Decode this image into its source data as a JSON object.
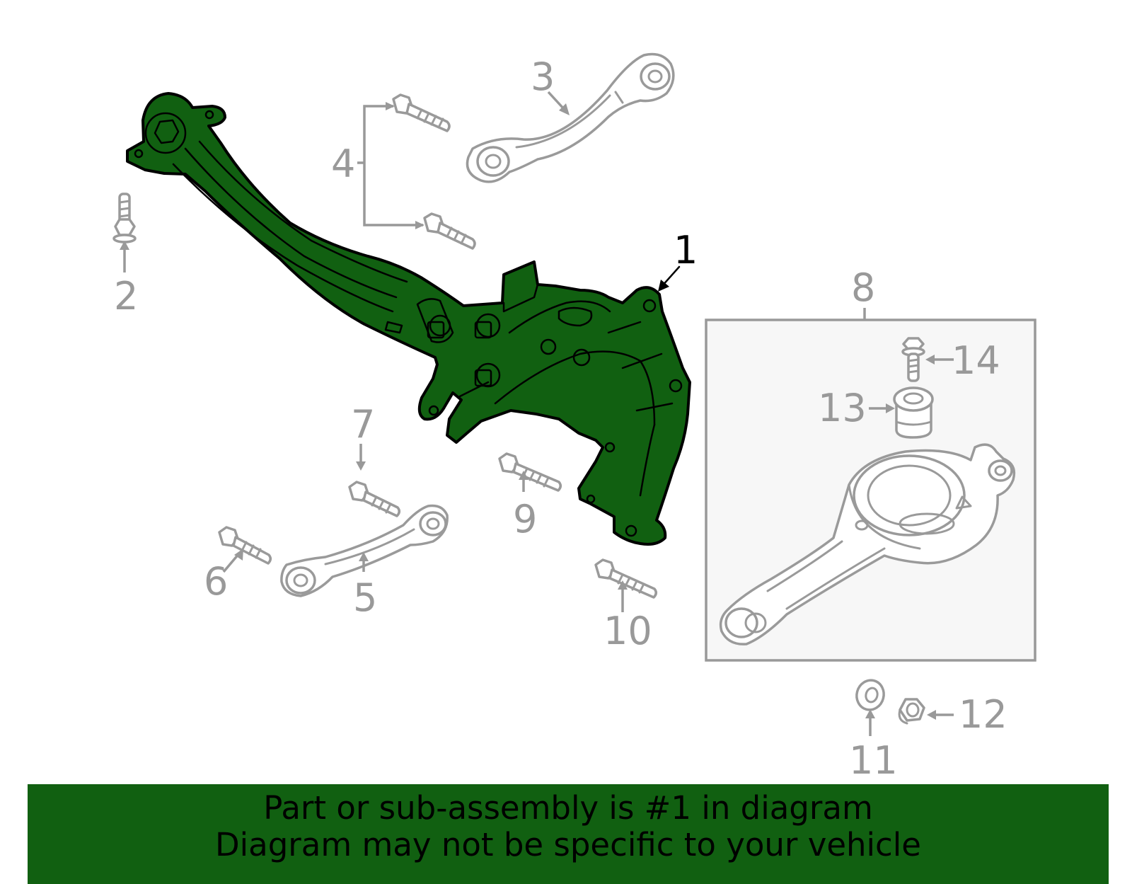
{
  "callouts": {
    "c1": "1",
    "c2": "2",
    "c3": "3",
    "c4": "4",
    "c5": "5",
    "c6": "6",
    "c7": "7",
    "c8": "8",
    "c9": "9",
    "c10": "10",
    "c11": "11",
    "c12": "12",
    "c13": "13",
    "c14": "14"
  },
  "highlighted_part": "1",
  "colors": {
    "highlight": "#116011",
    "parts_gray": "#999999",
    "box_bg": "#f7f7f7"
  },
  "banner": {
    "line1": "Part or sub-assembly is #1 in diagram",
    "line2": "Diagram may not be specific to your vehicle"
  }
}
